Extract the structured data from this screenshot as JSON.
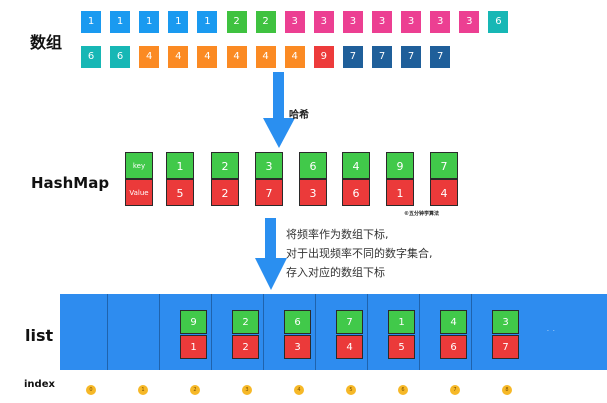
{
  "labels": {
    "array": "数组",
    "hash": "哈希",
    "hashmap": "HashMap",
    "list": "list",
    "index": "index",
    "key": "key",
    "value": "Value"
  },
  "colors": {
    "1": "#1a9af0",
    "2": "#3fc240",
    "3": "#ec3f92",
    "4": "#fb8a23",
    "6": "#17b7b5",
    "7": "#1f5f9a",
    "9": "#ed3b3b"
  },
  "array_row1": [
    "1",
    "1",
    "1",
    "1",
    "1",
    "2",
    "2",
    "3",
    "3",
    "3",
    "3",
    "3",
    "3",
    "3",
    "6"
  ],
  "array_row2": [
    "6",
    "6",
    "4",
    "4",
    "4",
    "4",
    "4",
    "4",
    "9",
    "7",
    "7",
    "7",
    "7"
  ],
  "hashmap": {
    "keys": [
      "1",
      "2",
      "3",
      "6",
      "4",
      "9",
      "7"
    ],
    "values": [
      "5",
      "2",
      "7",
      "3",
      "6",
      "1",
      "4"
    ]
  },
  "watermark": "©五分钟学算法",
  "note_lines": [
    "将频率作为数组下标,",
    "对于出现频率不同的数字集合,",
    "存入对应的数组下标"
  ],
  "list": {
    "slots": [
      {
        "index": "0",
        "items": []
      },
      {
        "index": "1",
        "items": [
          {
            "top": "9",
            "bottom": "1"
          }
        ]
      },
      {
        "index": "2",
        "items": [
          {
            "top": "2",
            "bottom": "2"
          }
        ]
      },
      {
        "index": "3",
        "items": [
          {
            "top": "6",
            "bottom": "3"
          }
        ]
      },
      {
        "index": "4",
        "items": [
          {
            "top": "7",
            "bottom": "4"
          }
        ]
      },
      {
        "index": "5",
        "items": [
          {
            "top": "1",
            "bottom": "5"
          }
        ]
      },
      {
        "index": "6",
        "items": [
          {
            "top": "4",
            "bottom": "6"
          }
        ]
      },
      {
        "index": "7",
        "items": [
          {
            "top": "3",
            "bottom": "7"
          }
        ]
      },
      {
        "index": "8",
        "items": []
      }
    ],
    "ellipsis": "· ·"
  }
}
